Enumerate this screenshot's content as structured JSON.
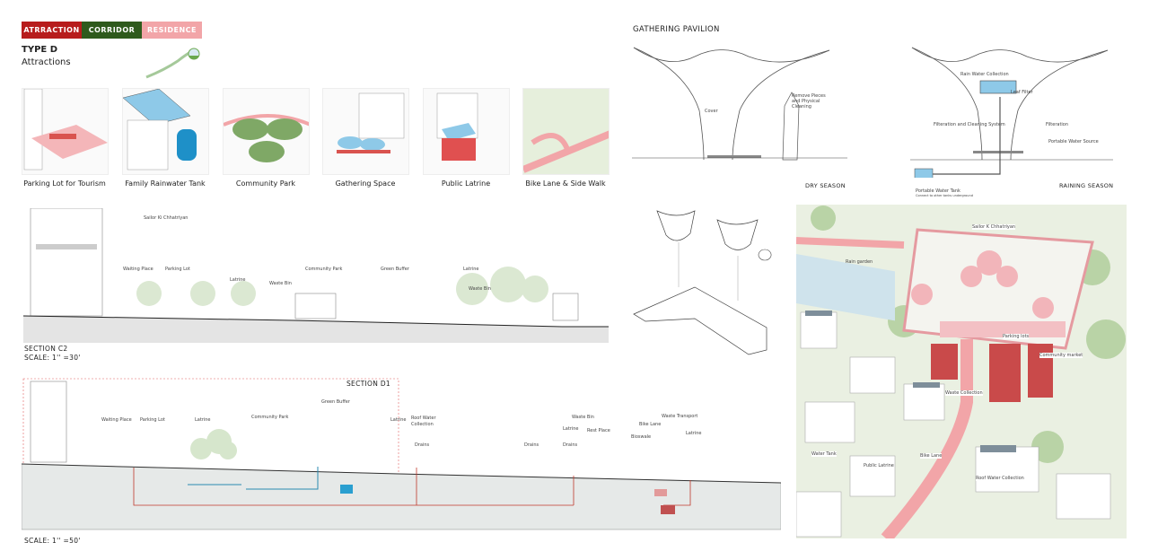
{
  "header": {
    "tabs": [
      {
        "label": "ATRRACTION",
        "color": "#b71c1c"
      },
      {
        "label": "CORRIDOR",
        "color": "#2e5a1c"
      },
      {
        "label": "RESIDENCE",
        "color": "#f2a5a8"
      }
    ],
    "type": "TYPE D",
    "subtitle": "Attractions"
  },
  "thumbnails": [
    {
      "label": "Parking Lot for Tourism"
    },
    {
      "label": "Family Rainwater Tank"
    },
    {
      "label": "Community Park"
    },
    {
      "label": "Gathering Space"
    },
    {
      "label": "Public Latrine"
    },
    {
      "label": "Bike Lane & Side Walk"
    }
  ],
  "section_c2": {
    "title": "SECTION C2",
    "scale": "SCALE: 1'' =30'",
    "labels": [
      "Sailor Ki Chhatriyan",
      "Waiting Place",
      "Parking Lot",
      "Latrine",
      "Waste Bin",
      "Community Park",
      "Green Buffer",
      "Latrine",
      "Waste Bin"
    ]
  },
  "section_d1": {
    "title": "SECTION D1",
    "scale": "SCALE: 1'' =50'",
    "labels": [
      "Waiting Place",
      "Parking Lot",
      "Latrine",
      "Community Park",
      "Green Buffer",
      "Latrine",
      "Roof Water Collection",
      "Drains",
      "Drains",
      "Latrine",
      "Drains",
      "Waste Bin",
      "Rest Place",
      "Bike Lane",
      "Bioswale",
      "Waste Transport",
      "Latrine"
    ]
  },
  "pavilion": {
    "title": "GATHERING PAVILION",
    "dry": {
      "season": "DRY SEASON",
      "labels": [
        "Cover",
        "Remove Pieces and Physical Cleaning"
      ]
    },
    "rain": {
      "season": "RAINING SEASON",
      "labels": [
        "Rain Water Collection",
        "Leaf Filter",
        "Filteration and Cleaning System",
        "Filteration",
        "Portable Water Source",
        "Portable Water Tank",
        "Connect to other tanks underground"
      ]
    }
  },
  "aerial": {
    "labels": [
      "Sailor K Chhatriyan",
      "Rain garden",
      "Parking lots",
      "Community market",
      "Waste Collection",
      "Water Tank",
      "Public Latrine",
      "Bike Lane",
      "Roof Water Collection"
    ]
  }
}
